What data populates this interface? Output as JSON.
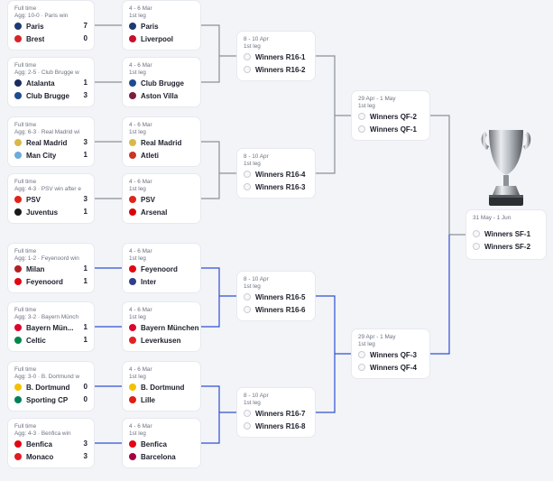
{
  "icons": {
    "Paris": {
      "name": "psg-crest-icon",
      "color": "#1e3a73"
    },
    "Brest": {
      "name": "brest-crest-icon",
      "color": "#d8232a"
    },
    "Liverpool": {
      "name": "liverpool-crest-icon",
      "color": "#c8102e"
    },
    "Atalanta": {
      "name": "atalanta-crest-icon",
      "color": "#1d2c5e"
    },
    "Club Brugge": {
      "name": "club-brugge-crest-icon",
      "color": "#1c4b8f"
    },
    "Aston Villa": {
      "name": "aston-villa-crest-icon",
      "color": "#7a1f3d"
    },
    "Real Madrid": {
      "name": "real-madrid-crest-icon",
      "color": "#d9b84a"
    },
    "Man City": {
      "name": "man-city-crest-icon",
      "color": "#6cabdd"
    },
    "Atleti": {
      "name": "atletico-crest-icon",
      "color": "#cb3524"
    },
    "PSV": {
      "name": "psv-crest-icon",
      "color": "#e2231a"
    },
    "Juventus": {
      "name": "juventus-crest-icon",
      "color": "#1a1a1a"
    },
    "Arsenal": {
      "name": "arsenal-crest-icon",
      "color": "#db0007"
    },
    "Milan": {
      "name": "milan-crest-icon",
      "color": "#b41f24"
    },
    "Feyenoord": {
      "name": "feyenoord-crest-icon",
      "color": "#e30613"
    },
    "Inter": {
      "name": "inter-crest-icon",
      "color": "#2e3f8f"
    },
    "Bayern München": {
      "name": "bayern-crest-icon",
      "color": "#dc052d"
    },
    "Bayern Mün...": {
      "name": "bayern-crest-icon",
      "color": "#dc052d"
    },
    "Celtic": {
      "name": "celtic-crest-icon",
      "color": "#018749"
    },
    "Leverkusen": {
      "name": "leverkusen-crest-icon",
      "color": "#e32221"
    },
    "B. Dortmund": {
      "name": "dortmund-crest-icon",
      "color": "#f2c200"
    },
    "Sporting CP": {
      "name": "sporting-crest-icon",
      "color": "#008057"
    },
    "Lille": {
      "name": "lille-crest-icon",
      "color": "#e01e13"
    },
    "Benfica": {
      "name": "benfica-crest-icon",
      "color": "#e30613"
    },
    "Monaco": {
      "name": "monaco-crest-icon",
      "color": "#e51b22"
    },
    "Barcelona": {
      "name": "barcelona-crest-icon",
      "color": "#a50044"
    }
  },
  "colors": {
    "accent_line": "#2f4fd1",
    "grey_line": "#8a9099"
  },
  "playoffs": [
    {
      "status": "Full time",
      "agg": "Agg: 10-0 · Paris win",
      "teams": [
        {
          "name": "Paris",
          "score": "7"
        },
        {
          "name": "Brest",
          "score": "0"
        }
      ]
    },
    {
      "status": "Full time",
      "agg": "Agg: 2-5 · Club Brugge w",
      "teams": [
        {
          "name": "Atalanta",
          "score": "1"
        },
        {
          "name": "Club Brugge",
          "score": "3"
        }
      ]
    },
    {
      "status": "Full time",
      "agg": "Agg: 6-3 · Real Madrid wi",
      "teams": [
        {
          "name": "Real Madrid",
          "score": "3"
        },
        {
          "name": "Man City",
          "score": "1"
        }
      ]
    },
    {
      "status": "Full time",
      "agg": "Agg: 4-3 · PSV win after e",
      "teams": [
        {
          "name": "PSV",
          "score": "3"
        },
        {
          "name": "Juventus",
          "score": "1"
        }
      ]
    },
    {
      "status": "Full time",
      "agg": "Agg: 1-2 · Feyenoord win",
      "teams": [
        {
          "name": "Milan",
          "score": "1"
        },
        {
          "name": "Feyenoord",
          "score": "1"
        }
      ]
    },
    {
      "status": "Full time",
      "agg": "Agg: 3-2 · Bayern Münch",
      "teams": [
        {
          "name": "Bayern Mün...",
          "score": "1"
        },
        {
          "name": "Celtic",
          "score": "1"
        }
      ]
    },
    {
      "status": "Full time",
      "agg": "Agg: 3-0 · B. Dortmund w",
      "teams": [
        {
          "name": "B. Dortmund",
          "score": "0"
        },
        {
          "name": "Sporting CP",
          "score": "0"
        }
      ]
    },
    {
      "status": "Full time",
      "agg": "Agg: 4-3 · Benfica win",
      "teams": [
        {
          "name": "Benfica",
          "score": "3"
        },
        {
          "name": "Monaco",
          "score": "3"
        }
      ]
    }
  ],
  "r16": [
    {
      "date": "4 - 6 Mar",
      "leg": "1st leg",
      "teams": [
        "Paris",
        "Liverpool"
      ]
    },
    {
      "date": "4 - 6 Mar",
      "leg": "1st leg",
      "teams": [
        "Club Brugge",
        "Aston Villa"
      ]
    },
    {
      "date": "4 - 6 Mar",
      "leg": "1st leg",
      "teams": [
        "Real Madrid",
        "Atleti"
      ]
    },
    {
      "date": "4 - 6 Mar",
      "leg": "1st leg",
      "teams": [
        "PSV",
        "Arsenal"
      ]
    },
    {
      "date": "4 - 6 Mar",
      "leg": "1st leg",
      "teams": [
        "Feyenoord",
        "Inter"
      ]
    },
    {
      "date": "4 - 6 Mar",
      "leg": "1st leg",
      "teams": [
        "Bayern München",
        "Leverkusen"
      ]
    },
    {
      "date": "4 - 6 Mar",
      "leg": "1st leg",
      "teams": [
        "B. Dortmund",
        "Lille"
      ]
    },
    {
      "date": "4 - 6 Mar",
      "leg": "1st leg",
      "teams": [
        "Benfica",
        "Barcelona"
      ]
    }
  ],
  "qf": [
    {
      "date": "8 - 10 Apr",
      "leg": "1st leg",
      "teams": [
        "Winners R16-1",
        "Winners R16-2"
      ]
    },
    {
      "date": "8 - 10 Apr",
      "leg": "1st leg",
      "teams": [
        "Winners R16-4",
        "Winners R16-3"
      ]
    },
    {
      "date": "8 - 10 Apr",
      "leg": "1st leg",
      "teams": [
        "Winners R16-5",
        "Winners R16-6"
      ]
    },
    {
      "date": "8 - 10 Apr",
      "leg": "1st leg",
      "teams": [
        "Winners R16-7",
        "Winners R16-8"
      ]
    }
  ],
  "sf": [
    {
      "date": "29 Apr - 1 May",
      "leg": "1st leg",
      "teams": [
        "Winners QF-2",
        "Winners QF-1"
      ]
    },
    {
      "date": "29 Apr - 1 May",
      "leg": "1st leg",
      "teams": [
        "Winners QF-3",
        "Winners QF-4"
      ]
    }
  ],
  "final": {
    "date": "31 May - 1 Jun",
    "teams": [
      "Winners SF-1",
      "Winners SF-2"
    ]
  }
}
